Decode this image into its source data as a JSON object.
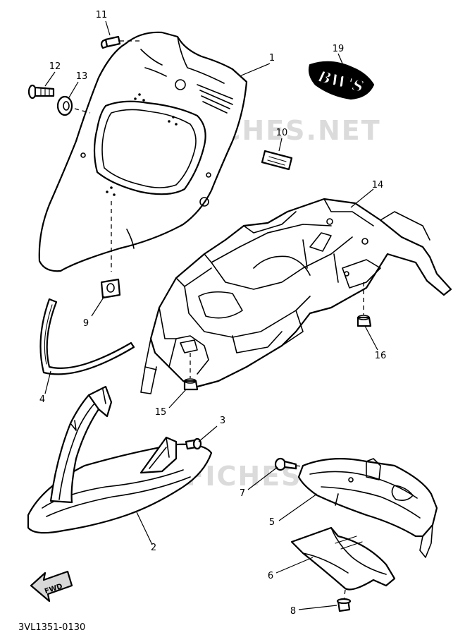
{
  "callouts": [
    {
      "id": "1",
      "text": "1"
    },
    {
      "id": "2",
      "text": "2"
    },
    {
      "id": "3",
      "text": "3"
    },
    {
      "id": "4",
      "text": "4"
    },
    {
      "id": "5",
      "text": "5"
    },
    {
      "id": "6",
      "text": "6"
    },
    {
      "id": "7",
      "text": "7"
    },
    {
      "id": "8",
      "text": "8"
    },
    {
      "id": "9",
      "text": "9"
    },
    {
      "id": "10",
      "text": "10"
    },
    {
      "id": "11",
      "text": "11"
    },
    {
      "id": "12",
      "text": "12"
    },
    {
      "id": "13",
      "text": "13"
    },
    {
      "id": "14",
      "text": "14"
    },
    {
      "id": "15",
      "text": "15"
    },
    {
      "id": "16",
      "text": "16"
    },
    {
      "id": "19",
      "text": "19"
    }
  ],
  "watermark": "MICROFICHES.NET",
  "diagram_code": "3VL1351-0130",
  "forward_arrow_label": "FWD",
  "decal_text": "BW'S"
}
